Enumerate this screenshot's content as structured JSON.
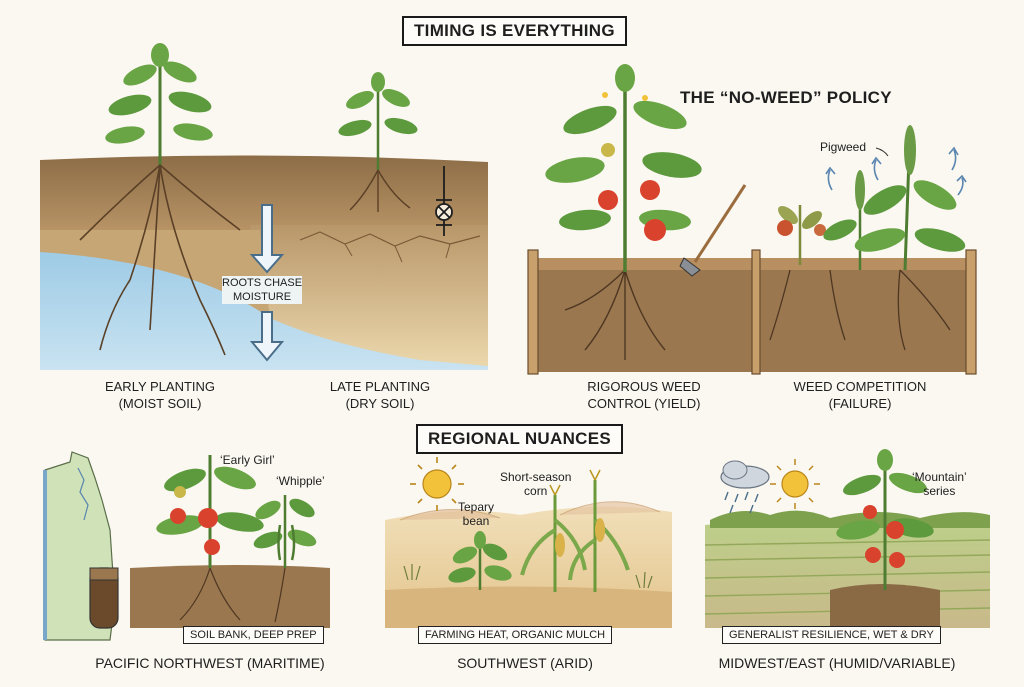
{
  "titles": {
    "timing": "TIMING IS EVERYTHING",
    "no_weed": "THE “NO-WEED” POLICY",
    "regional": "REGIONAL NUANCES"
  },
  "timing_panel": {
    "center_label_line1": "ROOTS CHASE",
    "center_label_line2": "MOISTURE",
    "early_caption_line1": "EARLY PLANTING",
    "early_caption_line2": "(MOIST SOIL)",
    "late_caption_line1": "LATE PLANTING",
    "late_caption_line2": "(DRY SOIL)"
  },
  "weed_panel": {
    "pigweed_label": "Pigweed",
    "left_caption_line1": "RIGOROUS WEED",
    "left_caption_line2": "CONTROL (YIELD)",
    "right_caption_line1": "WEED COMPETITION",
    "right_caption_line2": "(FAILURE)"
  },
  "regions": {
    "pnw": {
      "variety1": "‘Early Girl’",
      "variety2": "‘Whipple’",
      "tag": "SOIL BANK, DEEP PREP",
      "caption": "PACIFIC NORTHWEST (MARITIME)"
    },
    "sw": {
      "label_corn_line1": "Short-season",
      "label_corn_line2": "corn",
      "label_bean_line1": "Tepary",
      "label_bean_line2": "bean",
      "tag": "FARMING HEAT, ORGANIC MULCH",
      "caption": "SOUTHWEST (ARID)"
    },
    "mw": {
      "variety_line1": "‘Mountain’",
      "variety_line2": "series",
      "tag": "GENERALIST RESILIENCE, WET & DRY",
      "caption": "MIDWEST/EAST (HUMID/VARIABLE)"
    }
  },
  "colors": {
    "soil_dark": "#8a6a45",
    "soil_light": "#d9bf8e",
    "water": "#a9cfe6",
    "leaf": "#5d9a3e",
    "tomato": "#d9432e",
    "sun": "#f2c23a"
  }
}
